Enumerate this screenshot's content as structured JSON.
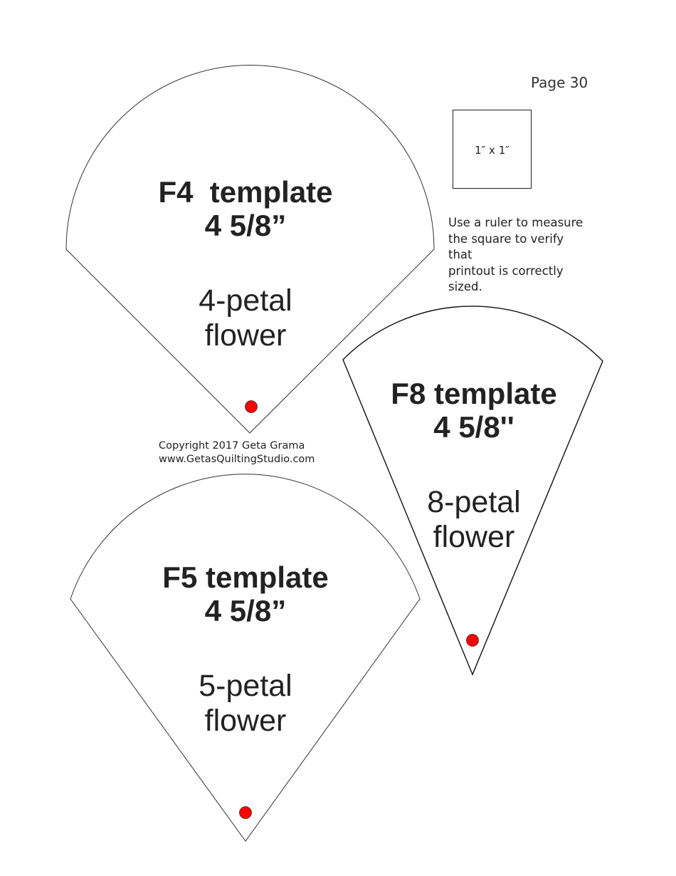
{
  "page": {
    "page_number": "Page 30"
  },
  "calibration": {
    "square_label": "1″ x 1″",
    "instructions": [
      "Use a ruler to measure",
      "the square to verify",
      "that",
      "printout is correctly",
      "sized."
    ]
  },
  "copyright": {
    "line1": "Copyright 2017 Geta Grama",
    "line2": "www.GetasQuiltingStudio.com"
  },
  "templates": [
    {
      "id": "F4",
      "title": "F4  template",
      "size": "4 5/8”",
      "petals": "4-petal",
      "kind": "flower",
      "marker_color": "#ff0000"
    },
    {
      "id": "F8",
      "title": "F8 template",
      "size": "4 5/8''",
      "petals": "8-petal",
      "kind": "flower",
      "marker_color": "#ff0000"
    },
    {
      "id": "F5",
      "title": "F5 template",
      "size": "4 5/8”",
      "petals": "5-petal",
      "kind": "flower",
      "marker_color": "#ff0000"
    }
  ],
  "colors": {
    "outline": "#222222",
    "marker": "#ff0000",
    "text": "#222222"
  }
}
